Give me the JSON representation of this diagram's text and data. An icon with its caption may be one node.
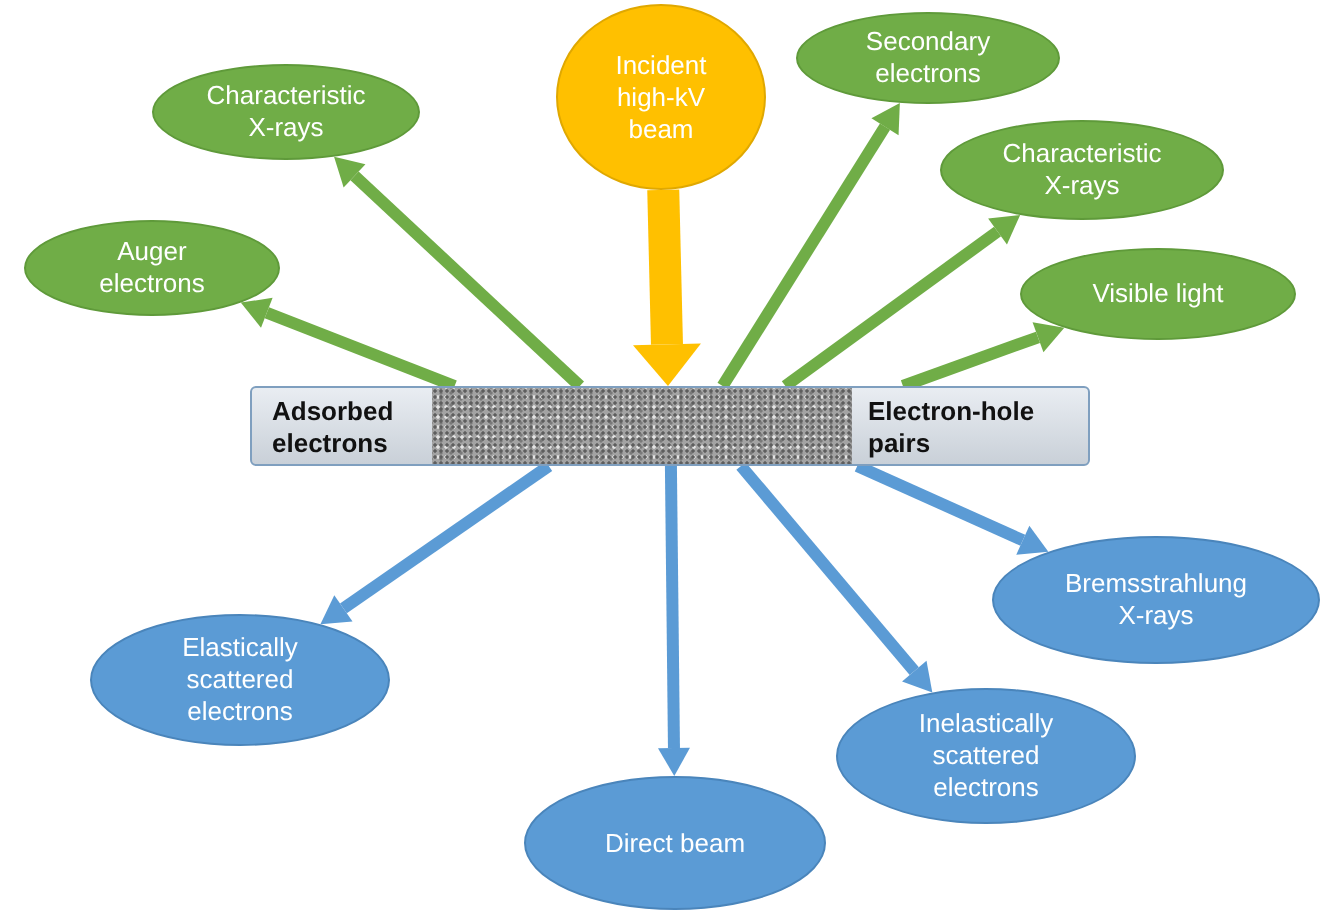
{
  "diagram": {
    "nodes": [
      {
        "text": [
          "Incident high-kV beam"
        ]
      },
      {
        "text": [
          "Secondary electrons"
        ]
      },
      {
        "text": [
          "Characteristic X-rays"
        ]
      },
      {
        "text": [
          "Characteristic X-rays"
        ]
      },
      {
        "text": [
          "Auger electrons"
        ]
      },
      {
        "text": [
          "Visible light"
        ]
      },
      {
        "text": [
          "Adsorbed electrons",
          "Electron-hole pairs"
        ]
      },
      {
        "text": [
          "Bremsstrahlung X-rays"
        ]
      },
      {
        "text": [
          "Elastically scattered electrons"
        ]
      },
      {
        "text": [
          "Inelastically scattered electrons"
        ]
      },
      {
        "text": [
          "Direct beam"
        ]
      }
    ],
    "edges": [
      {
        "from": 0,
        "to": 6,
        "arrow": "to",
        "style": "thick",
        "color": "#ffc000"
      },
      {
        "from": 6,
        "to": 1,
        "arrow": "to"
      },
      {
        "from": 6,
        "to": 2,
        "arrow": "to"
      },
      {
        "from": 6,
        "to": 3,
        "arrow": "to"
      },
      {
        "from": 6,
        "to": 4,
        "arrow": "to"
      },
      {
        "from": 6,
        "to": 5,
        "arrow": "to"
      },
      {
        "from": 6,
        "to": 7,
        "arrow": "to",
        "color": "#5b9bd5"
      },
      {
        "from": 6,
        "to": 8,
        "arrow": "to",
        "color": "#5b9bd5"
      },
      {
        "from": 6,
        "to": 9,
        "arrow": "to",
        "color": "#5b9bd5"
      },
      {
        "from": 6,
        "to": 10,
        "arrow": "to",
        "color": "#5b9bd5"
      }
    ]
  }
}
